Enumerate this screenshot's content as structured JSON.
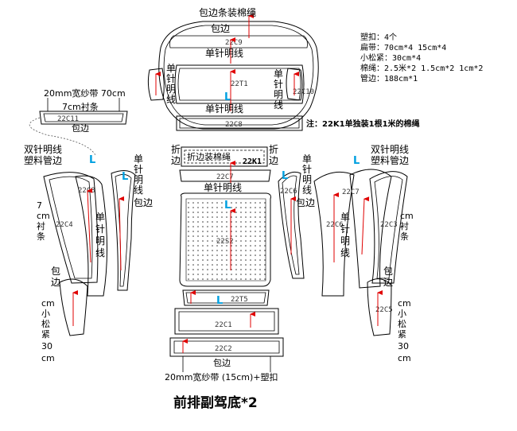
{
  "title": "前排副驾底*2",
  "colors": {
    "arrow": "#e00000",
    "grain_mark": "#00a0e0",
    "outline": "#000000",
    "code": "#333333"
  },
  "materials": {
    "lines": [
      "塑扣：4个",
      "扁带：70cm*4  15cm*4",
      "小松紧：30cm*4",
      "棉绳：2.5米*2  1.5cm*2  1cm*2",
      "管边：188cm*1"
    ]
  },
  "note": "注：22K1单独装1根1米的棉绳",
  "pieces": {
    "c9": "22C9",
    "t1": "22T1",
    "c8": "22C8",
    "c10": "22C10",
    "c11": "22C11",
    "k1": "22K1",
    "c7": "22C7",
    "s2": "22S2",
    "t5": "22T5",
    "c1": "22C1",
    "c2": "22C2",
    "c8b": "22C8",
    "c4": "22C4",
    "c6": "22C6",
    "c6b": "22C6",
    "c7b": "22C7",
    "c3": "22C3",
    "c5": "22C5"
  },
  "labels": {
    "top_cord": "包边条装棉绳",
    "top_bind": "包边",
    "single_stitch": "单针明线",
    "single_stitch_b": "单针明线",
    "single_stitch_c": "单针明线",
    "single_stitch_left": "单针明线",
    "single_stitch_right": "单针明线",
    "fold_left": "折边",
    "fold_right": "折边",
    "fold_cord": "折边装棉绳",
    "tape_70": "20mm宽纱带 70cm",
    "strip_7cm": "7cm衬条",
    "bind_c11": "包边",
    "double_stitch": "双针明线",
    "plastic_pipe": "塑料管边",
    "double_stitch_r": "双针明线",
    "plastic_pipe_r": "塑料管边",
    "bind_left_small": "包边",
    "bind_right_small": "包边",
    "strip_7cm_left": "7cm衬条",
    "strip_cm_right": "cm衬条",
    "bind_left_low": "包边",
    "bind_right_low": "包边",
    "elastic_left": "cm小松紧30cm",
    "elastic_right": "cm小松紧30cm",
    "bottom_bind": "包边",
    "bottom_tape": "20mm宽纱带 (15cm)+塑扣",
    "grain": "L"
  }
}
